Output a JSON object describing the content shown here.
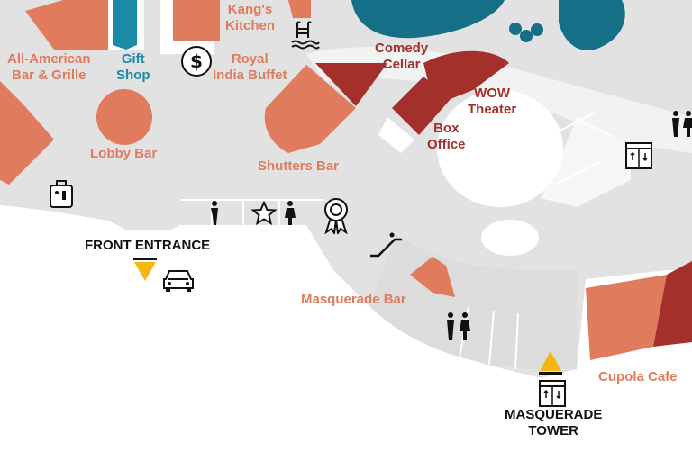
{
  "map": {
    "colors": {
      "floor": "#e2e2e2",
      "venue": "#e07b5e",
      "theater": "#a3302a",
      "water": "#156f86",
      "label_orange": "#e07b5e",
      "label_red": "#a3302a",
      "label_teal": "#1a8aa6",
      "marker": "#f5b614"
    },
    "labels": {
      "all_american": "All-American\nBar & Grille",
      "gift_shop": "Gift\nShop",
      "kangs": "Kang's\nKitchen",
      "royal_india": "Royal\nIndia Buffet",
      "comedy_cellar": "Comedy\nCellar",
      "wow_theater": "WOW\nTheater",
      "box_office": "Box\nOffice",
      "lobby_bar": "Lobby Bar",
      "shutters_bar": "Shutters Bar",
      "front_entrance": "FRONT ENTRANCE",
      "masquerade_bar": "Masquerade Bar",
      "masquerade_tower": "MASQUERADE\nTOWER",
      "cupola_cafe": "Cupola Cafe"
    },
    "icons": [
      "dollar-icon",
      "pool-icon",
      "luggage-icon",
      "restroom-man-icon",
      "star-icon",
      "restroom-woman-icon",
      "award-ribbon-icon",
      "escalator-icon",
      "car-icon",
      "restrooms-icon",
      "elevator-icon",
      "entrance-marker-icon"
    ]
  }
}
